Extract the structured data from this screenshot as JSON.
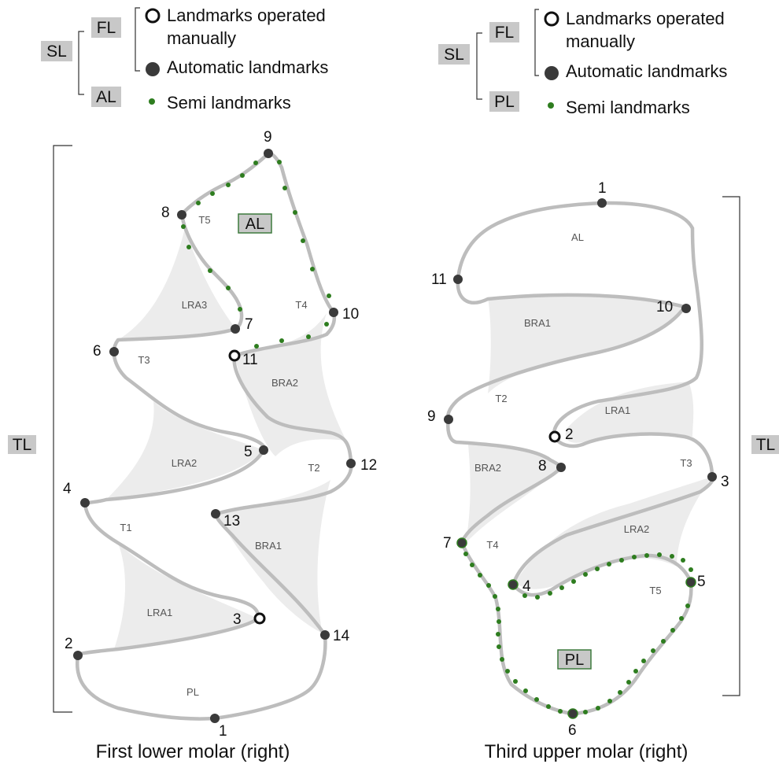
{
  "legend": {
    "manual": "Landmarks operated manually",
    "manual_line1": "Landmarks operated",
    "manual_line2": "manually",
    "automatic": "Automatic landmarks",
    "semi": "Semi landmarks"
  },
  "tags": {
    "sl": "SL",
    "fl": "FL",
    "al": "AL",
    "pl": "PL",
    "tl": "TL"
  },
  "left": {
    "caption": "First lower molar (right)",
    "regions": [
      "T5",
      "LRA3",
      "T4",
      "T3",
      "BRA2",
      "LRA2",
      "T2",
      "T1",
      "BRA1",
      "LRA1",
      "PL"
    ],
    "box_label": "AL",
    "landmarks": [
      "1",
      "2",
      "3",
      "4",
      "5",
      "6",
      "7",
      "8",
      "9",
      "10",
      "11",
      "12",
      "13",
      "14"
    ]
  },
  "right": {
    "caption": "Third upper molar (right)",
    "regions": [
      "AL",
      "BRA1",
      "T2",
      "LRA1",
      "BRA2",
      "T3",
      "T4",
      "LRA2",
      "T5"
    ],
    "box_label": "PL",
    "landmarks": [
      "1",
      "2",
      "3",
      "4",
      "5",
      "6",
      "7",
      "8",
      "9",
      "10",
      "11"
    ]
  },
  "colors": {
    "outline": "#bdbdbd",
    "shade": "#ececec",
    "landmark": "#3a3a3a",
    "semi": "#2e7d1f",
    "tag": "#c8c8c8"
  }
}
